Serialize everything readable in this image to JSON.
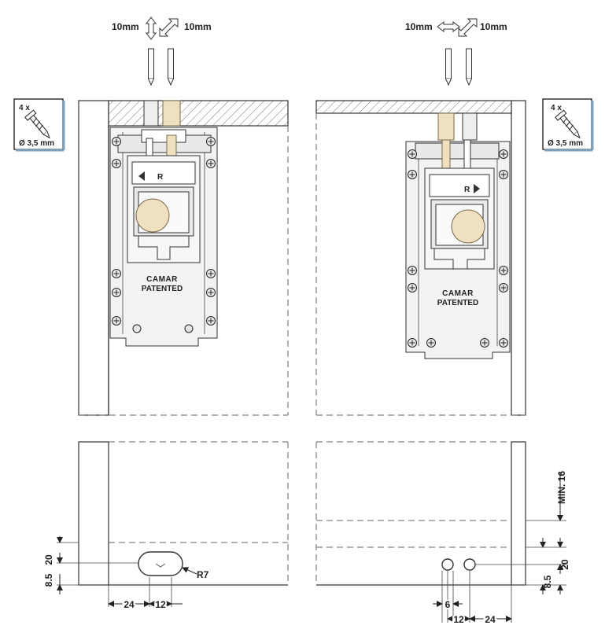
{
  "top_left": {
    "label_vertical": "10mm",
    "label_diagonal": "10mm",
    "brand": "CAMAR",
    "patent": "PATENTED"
  },
  "top_right": {
    "label_horizontal": "10mm",
    "label_diagonal": "10mm",
    "brand": "CAMAR",
    "patent": "PATENTED"
  },
  "screws_badge": {
    "count": "4 x",
    "diameter": "Ø 3,5 mm",
    "icon": "screw-icon"
  },
  "bottom_left": {
    "dim_20": "20",
    "dim_8_5": "8.5",
    "dim_24": "24",
    "dim_12": "12",
    "radius": "R7"
  },
  "bottom_right": {
    "dim_min16": "MIN. 16",
    "dim_20": "20",
    "dim_8_5": "8.5",
    "dim_6": "6",
    "dim_12": "12",
    "dim_24": "24"
  }
}
